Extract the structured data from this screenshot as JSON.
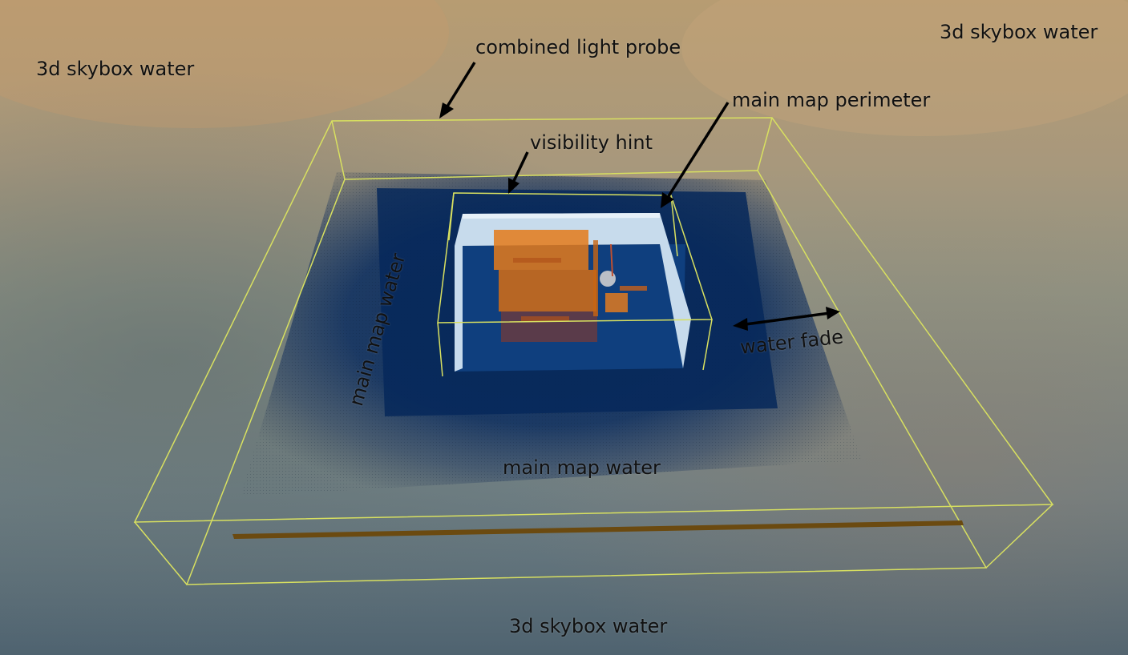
{
  "scene": {
    "colors": {
      "sky_top": "#b49a72",
      "sky_mid": "#a89474",
      "haze": "#8e9285",
      "ground_dark": "#4a5a64",
      "water_deep": "#0d2d5e",
      "water_mid": "#1a4a8a",
      "perimeter_light": "#c9dcee",
      "probe_line": "#d8e060",
      "building": "#e07a1e",
      "floor_strip": "#6b4a10",
      "label": "#111111"
    },
    "labels": {
      "skybox_top_left": "3d skybox water",
      "skybox_top_right": "3d skybox water",
      "skybox_bottom": "3d skybox water",
      "combined_light_probe": "combined light probe",
      "main_map_perimeter": "main map perimeter",
      "visibility_hint": "visibility hint",
      "main_map_water_side": "main map water",
      "main_map_water_front": "main map water",
      "water_fade": "water fade"
    }
  }
}
